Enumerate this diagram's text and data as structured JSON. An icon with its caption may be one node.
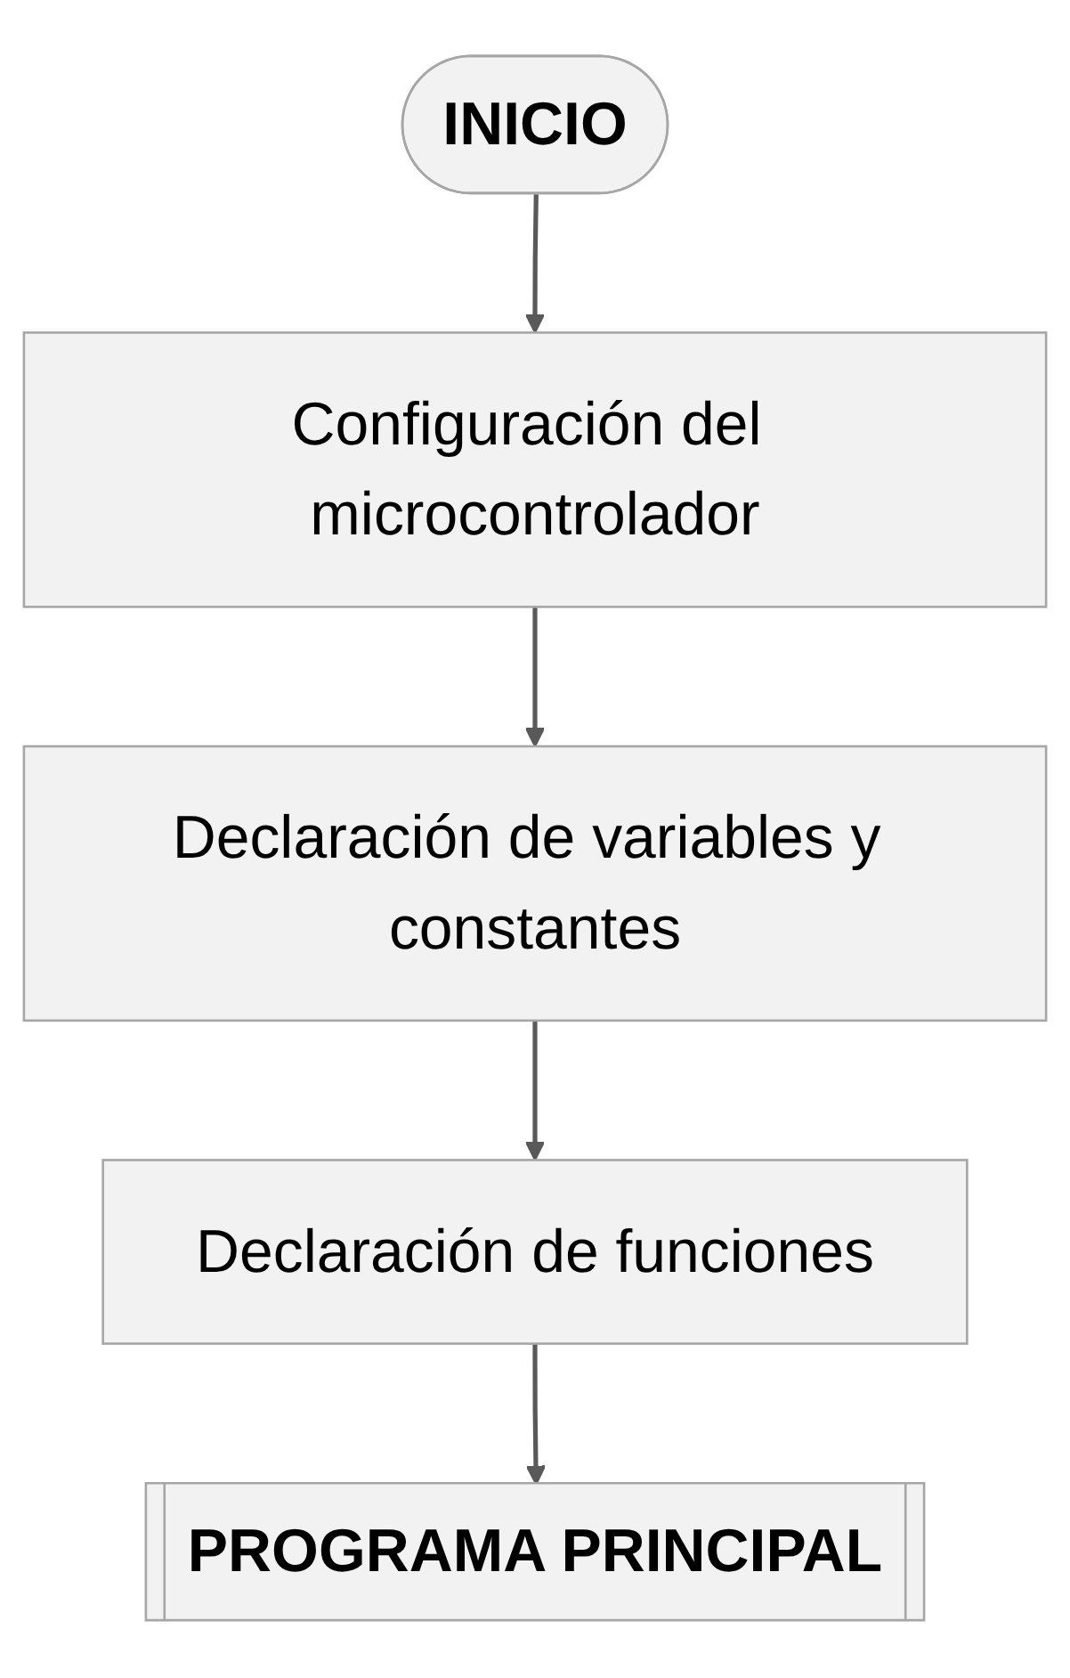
{
  "diagram": {
    "nodes": [
      {
        "text": [
          "INICIO"
        ]
      },
      {
        "text": [
          "Configuración del microcontrolador"
        ]
      },
      {
        "text": [
          "Declaración de variables y constantes"
        ]
      },
      {
        "text": [
          "Declaración de funciones"
        ]
      },
      {
        "text": [
          "PROGRAMA PRINCIPAL"
        ]
      }
    ],
    "edges": [
      {
        "from": 0,
        "to": 1,
        "arrow": "to"
      },
      {
        "from": 1,
        "to": 2,
        "arrow": "to"
      },
      {
        "from": 2,
        "to": 3,
        "arrow": "to"
      },
      {
        "from": 3,
        "to": 4,
        "arrow": "to"
      }
    ]
  }
}
